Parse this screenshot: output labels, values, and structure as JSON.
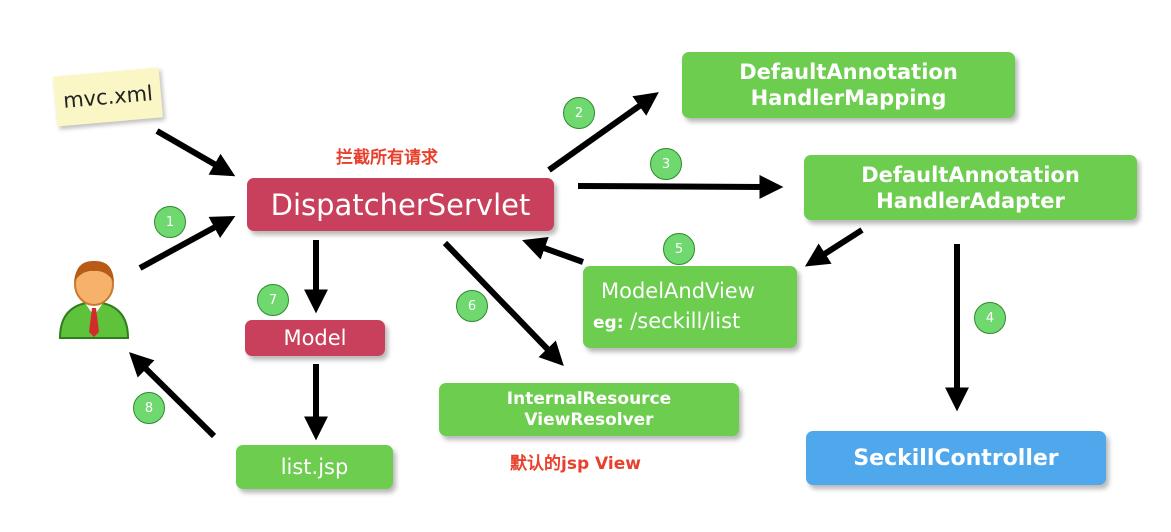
{
  "mvc_xml": "mvc.xml",
  "dispatcher": "DispatcherServlet",
  "intercept_note": "拦截所有请求",
  "mapping": {
    "line1": "DefaultAnnotation",
    "line2": "HandlerMapping"
  },
  "adapter": {
    "line1": "DefaultAnnotation",
    "line2": "HandlerAdapter"
  },
  "controller": "SeckillController",
  "modelandview": {
    "title": "ModelAndView",
    "eg_label": "eg:",
    "eg_value": " /seckill/list"
  },
  "viewresolver": {
    "line1": "InternalResource",
    "line2": "ViewResolver"
  },
  "default_view_note": "默认的jsp View",
  "model": "Model",
  "listjsp": "list.jsp",
  "steps": [
    "1",
    "2",
    "3",
    "4",
    "5",
    "6",
    "7",
    "8"
  ],
  "icons": {
    "user": "user-icon"
  },
  "colors": {
    "green": "#6ccd4f",
    "red": "#c8405b",
    "blue": "#4fa8ec",
    "note": "#e8402d"
  }
}
